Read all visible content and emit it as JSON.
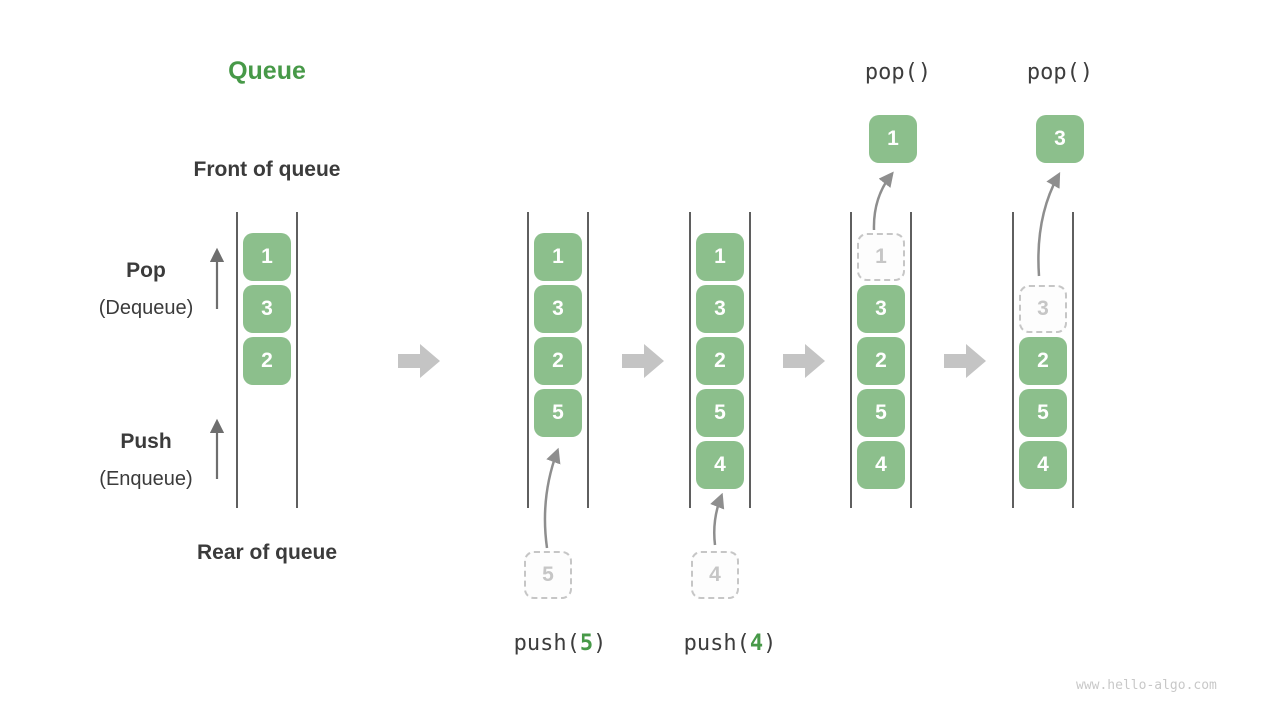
{
  "header": {
    "title": "Queue"
  },
  "labels": {
    "front": "Front of queue",
    "rear": "Rear of queue",
    "pop_op": "Pop",
    "pop_sub": "(Dequeue)",
    "push_op": "Push",
    "push_sub": "(Enqueue)"
  },
  "colors": {
    "accent_green": "#479948",
    "box_green": "#8cbf8c",
    "dark_text": "#3b3b3b",
    "rail_gray": "#5f5f5f",
    "block_arrow_gray": "#c4c4c4",
    "thin_arrow_gray": "#8e8e8e",
    "ghost_gray": "#c6c6c6"
  },
  "states": [
    {
      "cells": [
        "1",
        "3",
        "2"
      ]
    },
    {
      "cells": [
        "1",
        "3",
        "2",
        "5"
      ],
      "incoming": "5",
      "op": {
        "pre": "push(",
        "arg": "5",
        "post": ")"
      }
    },
    {
      "cells": [
        "1",
        "3",
        "2",
        "5",
        "4"
      ],
      "incoming": "4",
      "op": {
        "pre": "push(",
        "arg": "4",
        "post": ")"
      }
    },
    {
      "ghost": "1",
      "cells": [
        "3",
        "2",
        "5",
        "4"
      ],
      "popped": "1",
      "op_label": "pop()"
    },
    {
      "ghost": "3",
      "cells": [
        "2",
        "5",
        "4"
      ],
      "popped": "3",
      "op_label": "pop()"
    }
  ],
  "footer": {
    "watermark": "www.hello-algo.com"
  }
}
